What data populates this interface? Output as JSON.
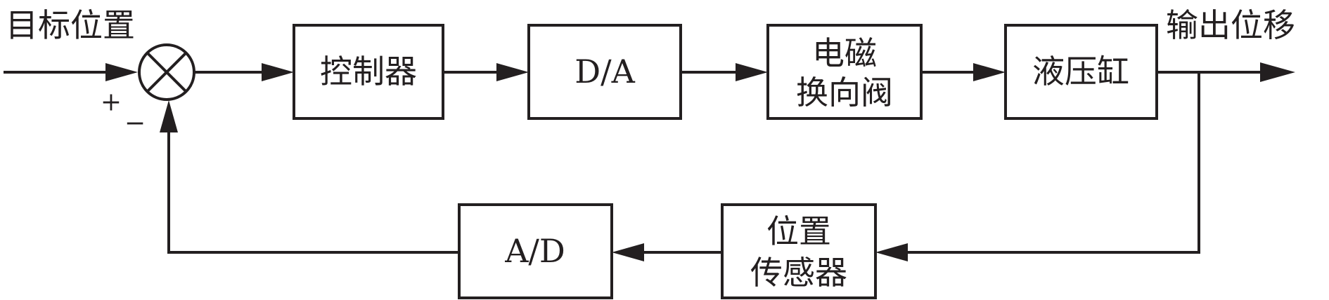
{
  "diagram": {
    "input_label": "目标位置",
    "output_label": "输出位移",
    "sum_signs": {
      "plus": "+",
      "minus": "−"
    },
    "blocks": {
      "controller": [
        "控制器"
      ],
      "da": [
        "D/A"
      ],
      "valve": [
        "电磁",
        "换向阀"
      ],
      "cylinder": [
        "液压缸"
      ],
      "sensor": [
        "位置",
        "传感器"
      ],
      "ad": [
        "A/D"
      ]
    }
  }
}
